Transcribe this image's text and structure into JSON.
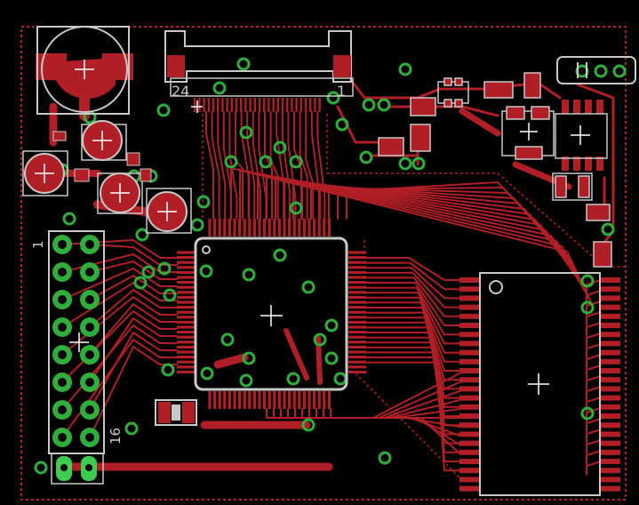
{
  "colors": {
    "background": "#000000",
    "copper": "#b01f26",
    "silkscreen": "#c8c8c8",
    "via": "#2fae3b",
    "outline": "#b01f26"
  },
  "labels": {
    "ffc_pin_left": "24",
    "ffc_pin_right": "1",
    "header_pin_top": "1",
    "header_pin_bottom": "16"
  }
}
